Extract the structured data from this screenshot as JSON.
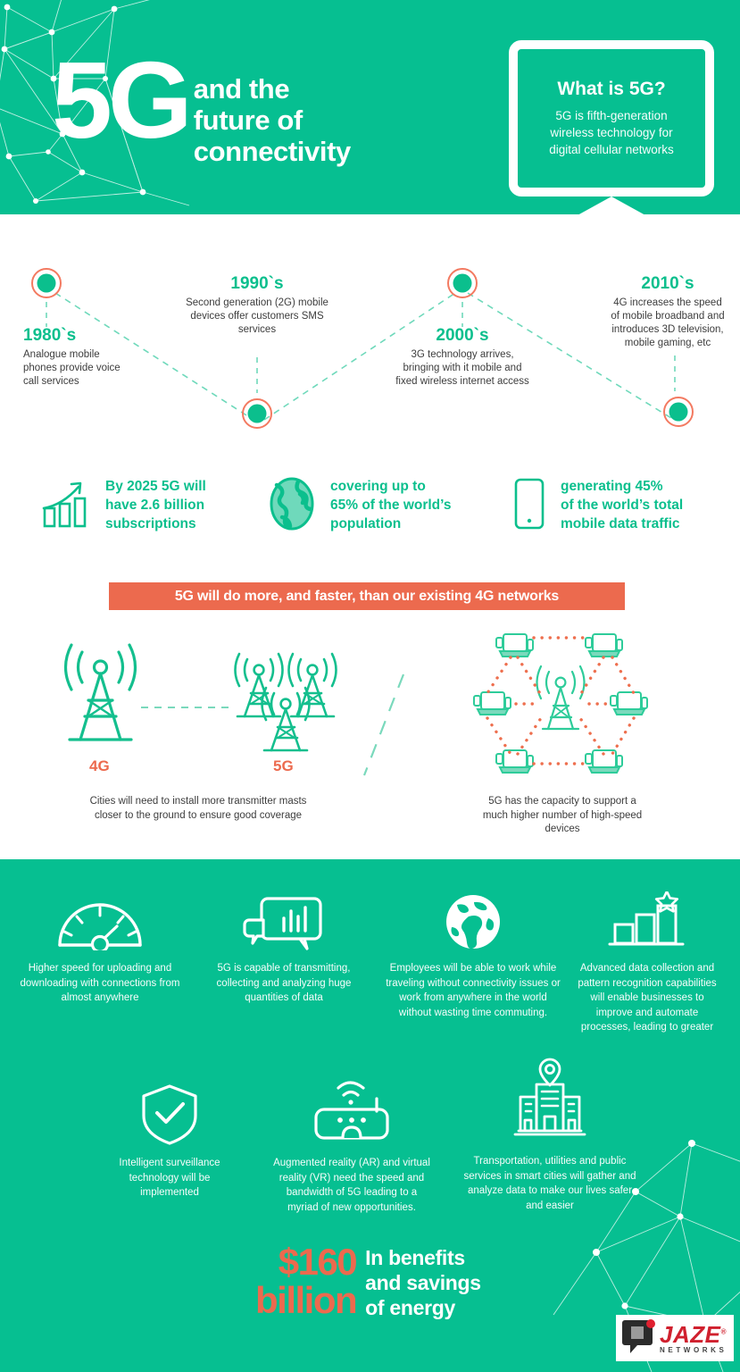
{
  "colors": {
    "green": "#06bf91",
    "green_text": "#0bbf8d",
    "orange": "#ec6a4e",
    "white": "#ffffff",
    "dark_text": "#3d3d3d",
    "logo_red": "#d0202e"
  },
  "header": {
    "title_big": "5G",
    "title_line1": "and the",
    "title_line2": "future of",
    "title_line3": "connectivity",
    "monitor": {
      "title": "What is 5G?",
      "body_line1": "5G is fifth-generation",
      "body_line2": "wireless technology for",
      "body_line3": "digital cellular networks"
    }
  },
  "timeline": {
    "items": [
      {
        "year": "1980`s",
        "desc": "Analogue mobile phones provide voice call services",
        "position": "bottom-left"
      },
      {
        "year": "1990`s",
        "desc": "Second generation (2G) mobile devices offer customers SMS services",
        "position": "top"
      },
      {
        "year": "2000`s",
        "desc": "3G technology arrives, bringing with it mobile and fixed wireless internet access",
        "position": "middle"
      },
      {
        "year": "2010`s",
        "desc": "4G increases the speed of mobile broadband and introduces 3D television, mobile gaming, etc",
        "position": "right"
      }
    ]
  },
  "stats": [
    {
      "icon": "growth-chart-icon",
      "line1": "By 2025 5G will",
      "line2": "have 2.6 billion",
      "line3": "subscriptions"
    },
    {
      "icon": "globe-icon",
      "line1": "covering up to",
      "line2": "65% of the world’s",
      "line3": "population"
    },
    {
      "icon": "smartphone-icon",
      "line1": "generating 45%",
      "line2": "of the world’s total",
      "line3": "mobile data traffic"
    }
  ],
  "banner": {
    "text": "5G will do more, and faster, than our existing 4G networks"
  },
  "towers": {
    "label_4g": "4G",
    "label_5g": "5G",
    "caption_left_line1": "Cities will need to install more transmitter masts",
    "caption_left_line2": "closer to the ground to ensure good coverage",
    "caption_right_line1": "5G has the capacity to support a",
    "caption_right_line2": "much higher number of high-speed",
    "caption_right_line3": "devices"
  },
  "benefits_row1": [
    {
      "icon": "speedometer-icon",
      "text": "Higher speed for uploading and downloading with connections from almost anywhere"
    },
    {
      "icon": "chat-analytics-icon",
      "text": "5G is capable of transmitting, collecting and analyzing huge quantities of data"
    },
    {
      "icon": "globe-icon",
      "text": "Employees will be able to work while traveling without connectivity issues  or work from anywhere in the world without wasting time commuting."
    },
    {
      "icon": "bar-chart-star-icon",
      "text": "Advanced data collection and pattern recognition capabilities will enable businesses to improve and automate processes, leading to greater"
    }
  ],
  "benefits_row2": [
    {
      "icon": "shield-check-icon",
      "text": "Intelligent surveillance technology will be implemented"
    },
    {
      "icon": "vr-headset-icon",
      "text": "Augmented reality (AR) and virtual reality (VR) need the speed and bandwidth of 5G leading to a myriad of new opportunities."
    },
    {
      "icon": "smart-city-icon",
      "text": "Transportation, utilities and public services in smart cities will gather and analyze data to make our lives safer and easier"
    }
  ],
  "footer": {
    "figure_line1": "$160",
    "figure_line2": "billion",
    "text_line1": "In benefits",
    "text_line2": "and savings",
    "text_line3": "of energy"
  },
  "logo": {
    "name": "JAZE",
    "subtitle": "NETWORKS",
    "registered": "®"
  }
}
